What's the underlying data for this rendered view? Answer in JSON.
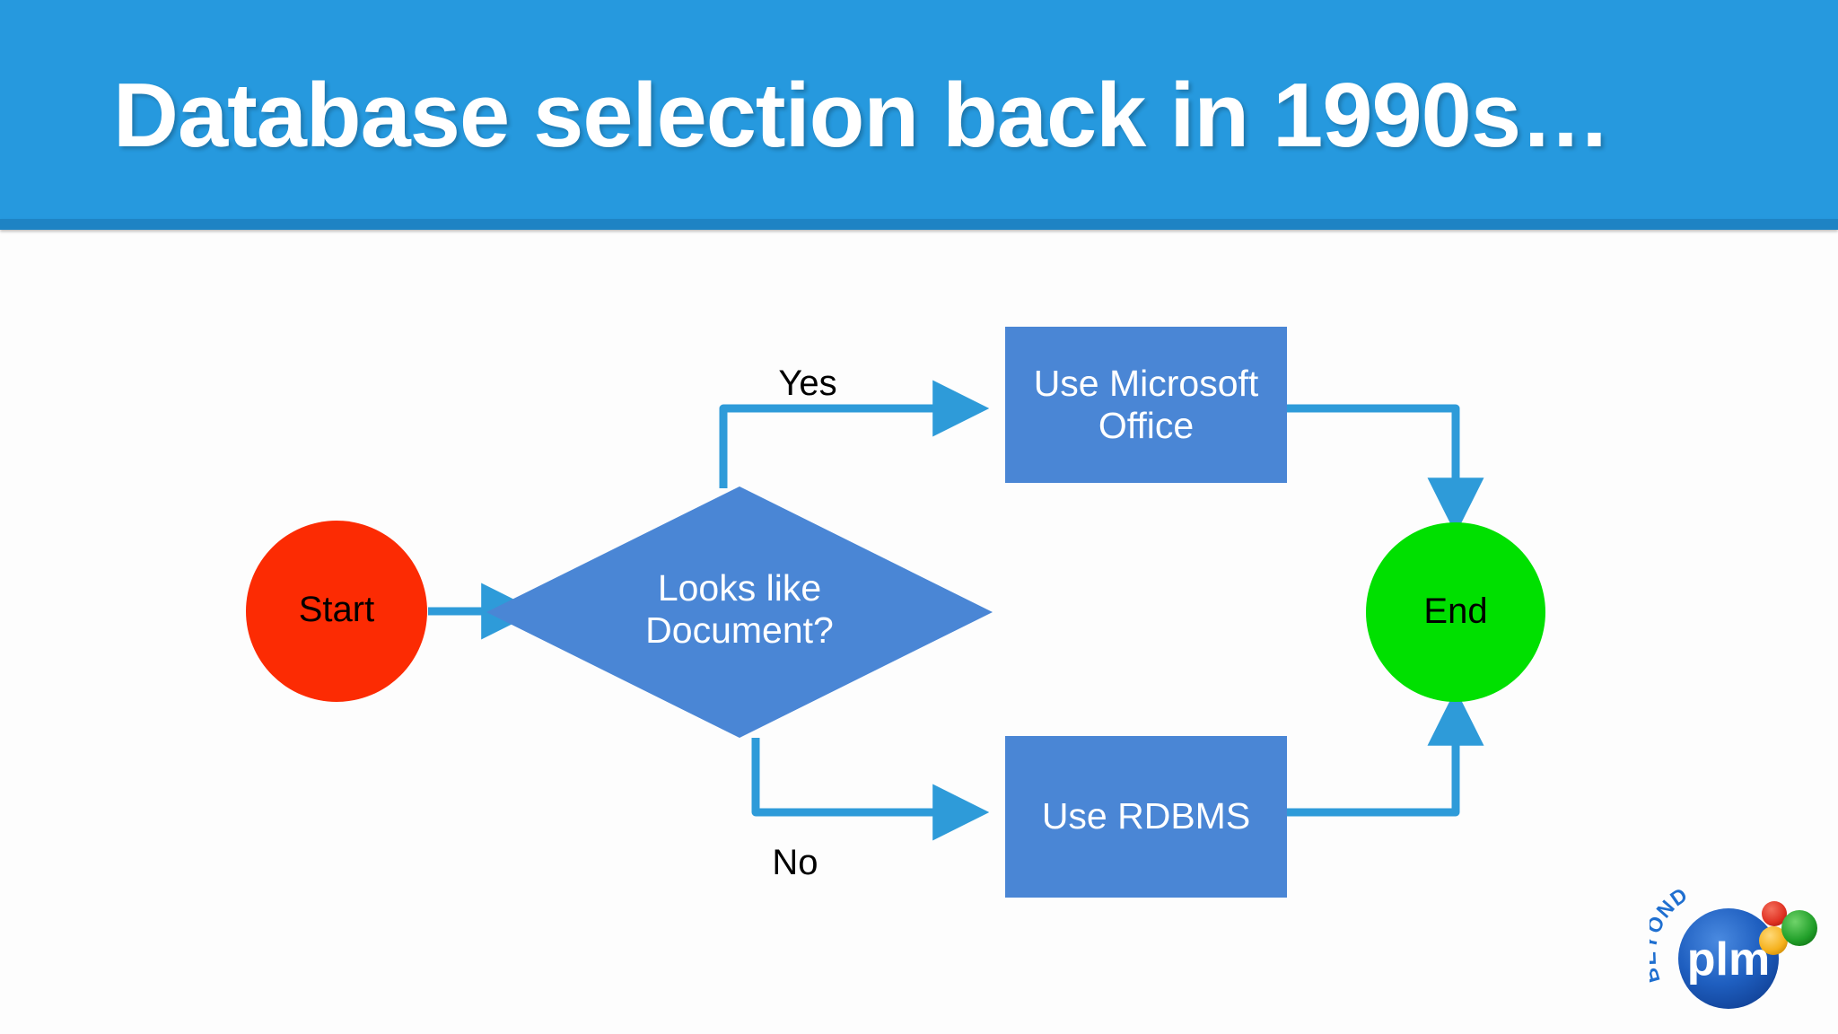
{
  "slide": {
    "title": "Database selection back in 1990s…",
    "background_color": "#fdfdfd",
    "header_color": "#2699de",
    "header_underline_color": "#1e83c4",
    "title_color": "#ffffff"
  },
  "flowchart": {
    "type": "flowchart",
    "connector_color": "#2e9bd9",
    "nodes": [
      {
        "id": "start",
        "kind": "terminator-circle",
        "label": "Start",
        "fill": "#fc2b03",
        "text_color": "#000000"
      },
      {
        "id": "decision",
        "kind": "decision-diamond",
        "label_line1": "Looks like",
        "label_line2": "Document?",
        "fill": "#4a86d5",
        "text_color": "#ffffff"
      },
      {
        "id": "use-microsoft-office",
        "kind": "process-box",
        "label_line1": "Use Microsoft",
        "label_line2": "Office",
        "fill": "#4a86d5",
        "text_color": "#ffffff"
      },
      {
        "id": "use-rdbms",
        "kind": "process-box",
        "label_line1": "Use RDBMS",
        "label_line2": "",
        "fill": "#4a86d5",
        "text_color": "#ffffff"
      },
      {
        "id": "end",
        "kind": "terminator-circle",
        "label": "End",
        "fill": "#00e000",
        "text_color": "#000000"
      }
    ],
    "edges": [
      {
        "id": "start-to-decision",
        "from": "start",
        "to": "decision",
        "label": ""
      },
      {
        "id": "decision-yes",
        "from": "decision",
        "to": "use-microsoft-office",
        "label": "Yes"
      },
      {
        "id": "decision-no",
        "from": "decision",
        "to": "use-rdbms",
        "label": "No"
      },
      {
        "id": "office-to-end",
        "from": "use-microsoft-office",
        "to": "end",
        "label": ""
      },
      {
        "id": "rdbms-to-end",
        "from": "use-rdbms",
        "to": "end",
        "label": ""
      }
    ]
  },
  "logo": {
    "name": "beyond-plm-logo",
    "arc_text": "BEYOND",
    "wordmark": "plm",
    "circle_color": "#1f5fc0",
    "arc_text_color": "#1f6fd0",
    "dot_red": "#e03223",
    "dot_orange": "#f5b11d",
    "dot_green": "#22a02a"
  }
}
